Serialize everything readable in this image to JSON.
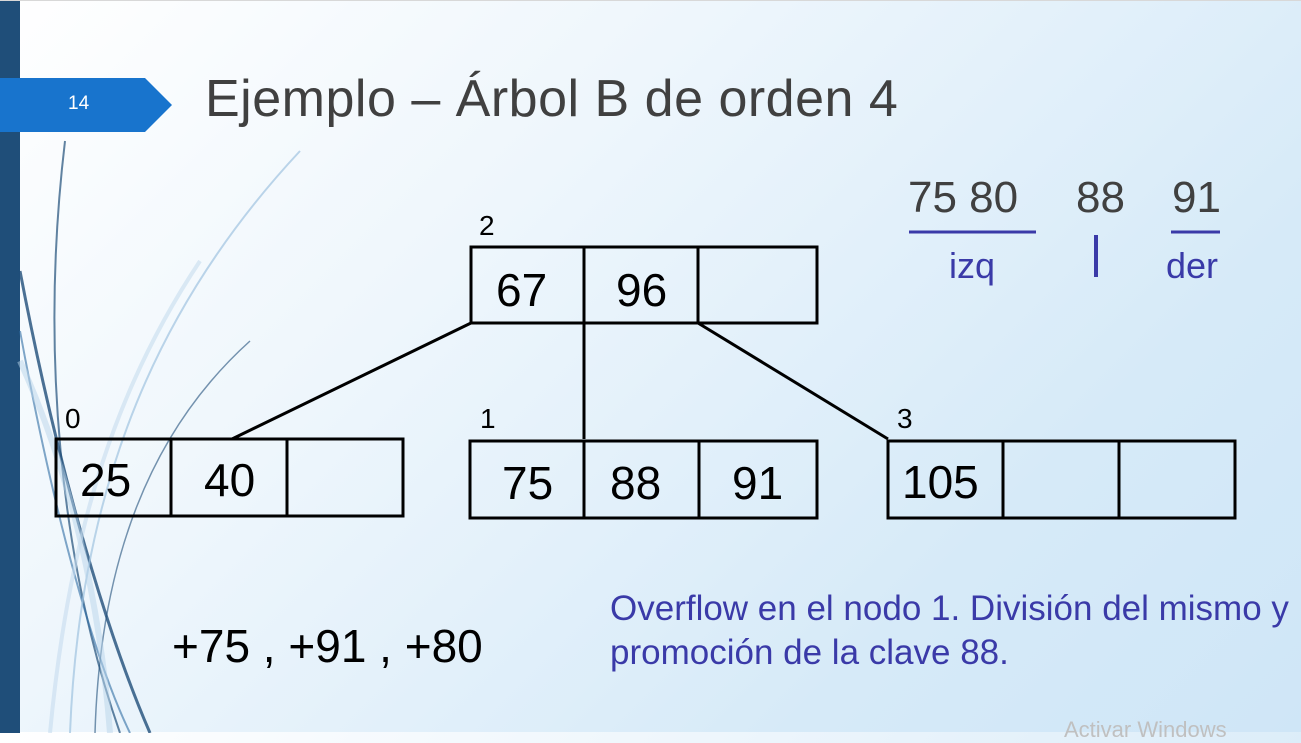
{
  "slide": {
    "number": "14",
    "title": "Ejemplo – Árbol B de orden 4"
  },
  "colors": {
    "accent_blue": "#1874cd",
    "dark_bar": "#1f4e79",
    "annotation": "#3a3aa8"
  },
  "tree": {
    "root": {
      "label": "2",
      "keys": [
        "67",
        "96",
        ""
      ]
    },
    "children": [
      {
        "label": "0",
        "keys": [
          "25",
          "40",
          ""
        ]
      },
      {
        "label": "1",
        "keys": [
          "75",
          "88",
          "91"
        ]
      },
      {
        "label": "3",
        "keys": [
          "105",
          "",
          ""
        ]
      }
    ]
  },
  "split_note": {
    "left_keys": "75  80",
    "middle_key": "88",
    "right_key": "91",
    "left_label": "izq",
    "middle_mark": "|",
    "right_label": "der"
  },
  "insert_sequence": "+75 , +91 , +80",
  "overflow_message": "Overflow en el nodo 1. División del mismo y promoción de la clave 88.",
  "watermark": "Activar Windows"
}
